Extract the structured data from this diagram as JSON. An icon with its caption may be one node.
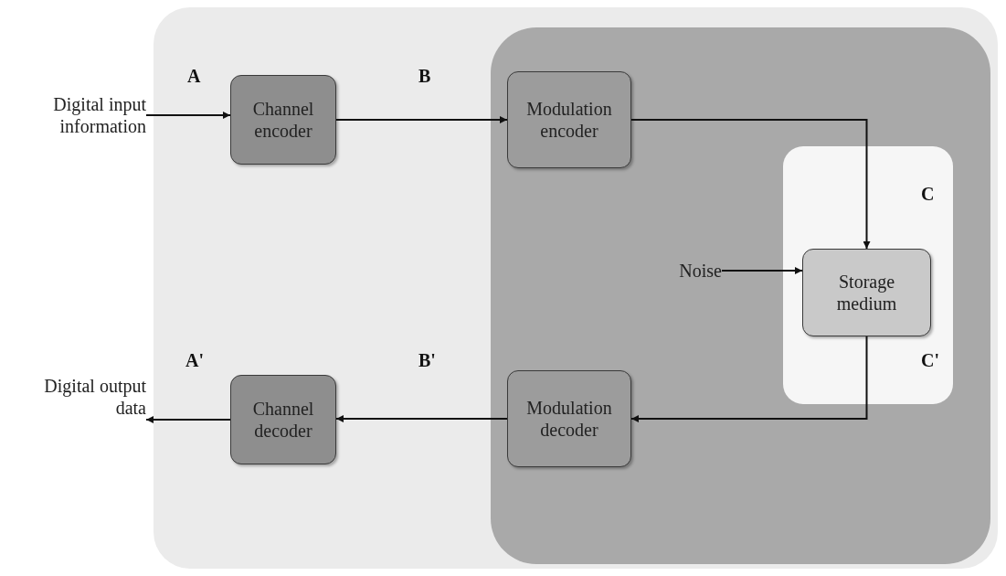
{
  "diagram": {
    "nodes": [
      {
        "text": [],
        "shape": "box"
      },
      {
        "text": [
          "Digital input information"
        ]
      },
      {
        "text": [
          "Channel encoder"
        ],
        "in": 0
      },
      {
        "text": [],
        "shape": "box",
        "in": 0
      },
      {
        "text": [
          "Modulation encoder"
        ],
        "in": 3
      },
      {
        "text": [],
        "shape": "box",
        "in": 3
      },
      {
        "text": [
          "Noise"
        ],
        "in": 3
      },
      {
        "text": [
          "Storage medium"
        ],
        "in": 5
      },
      {
        "text": [
          "Digital output data"
        ]
      },
      {
        "text": [
          "Channel decoder"
        ],
        "in": 0
      },
      {
        "text": [
          "Modulation decoder"
        ],
        "in": 3
      }
    ],
    "edges": [
      {
        "from": 1,
        "to": 2,
        "arrow": "to",
        "label": "A"
      },
      {
        "from": 2,
        "to": 4,
        "arrow": "to",
        "label": "B"
      },
      {
        "from": 4,
        "to": 7,
        "arrow": "to",
        "label": "C"
      },
      {
        "from": 6,
        "to": 7,
        "arrow": "to"
      },
      {
        "from": 7,
        "to": 10,
        "arrow": "to",
        "label": "C'"
      },
      {
        "from": 10,
        "to": 9,
        "arrow": "to",
        "label": "B'"
      },
      {
        "from": 9,
        "to": 8,
        "arrow": "to",
        "label": "A'"
      }
    ]
  }
}
